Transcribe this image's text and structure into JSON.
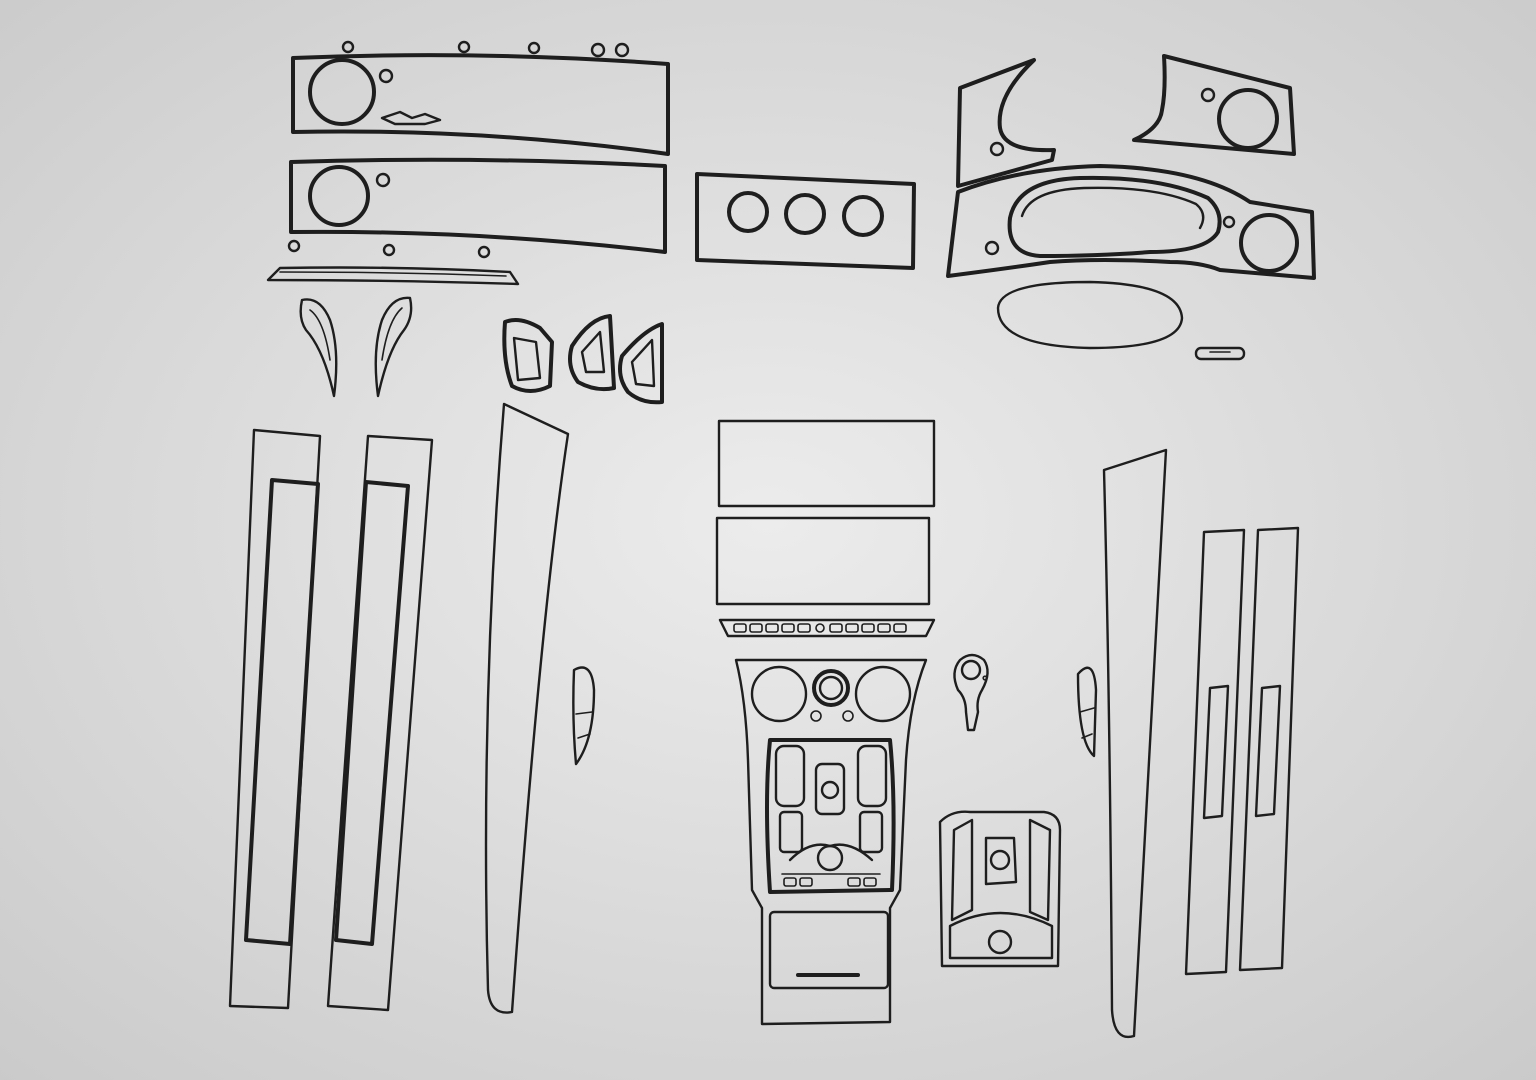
{
  "colors": {
    "background_center": "#ececec",
    "background_edge": "#c9c9c9",
    "line": "#1e1e1e"
  },
  "parts": {
    "dashboard_panels": [
      "dash-panel-upper",
      "dash-panel-lower",
      "dash-trim-strip"
    ],
    "vents_and_trims": [
      "a-pillar-trim-left",
      "a-pillar-trim-right",
      "vent-surround-1",
      "vent-surround-2",
      "vent-surround-3"
    ],
    "climate_panel": "climate-panel-three-dials",
    "cluster": [
      "cluster-side-left",
      "cluster-side-right",
      "instrument-cluster-surround",
      "cluster-lens-cover",
      "small-button-trim"
    ],
    "door_panels": [
      "door-strip-left-1",
      "door-strip-left-2",
      "door-strip-right-1",
      "door-strip-right-2",
      "door-pillar-left",
      "door-pillar-right"
    ],
    "switch_panels": [
      "door-switch-left",
      "door-switch-right"
    ],
    "center_console": [
      "screen-panel-upper",
      "screen-panel-lower",
      "button-row-strip",
      "center-console",
      "gear-surround-small",
      "tunnel-insert"
    ]
  }
}
